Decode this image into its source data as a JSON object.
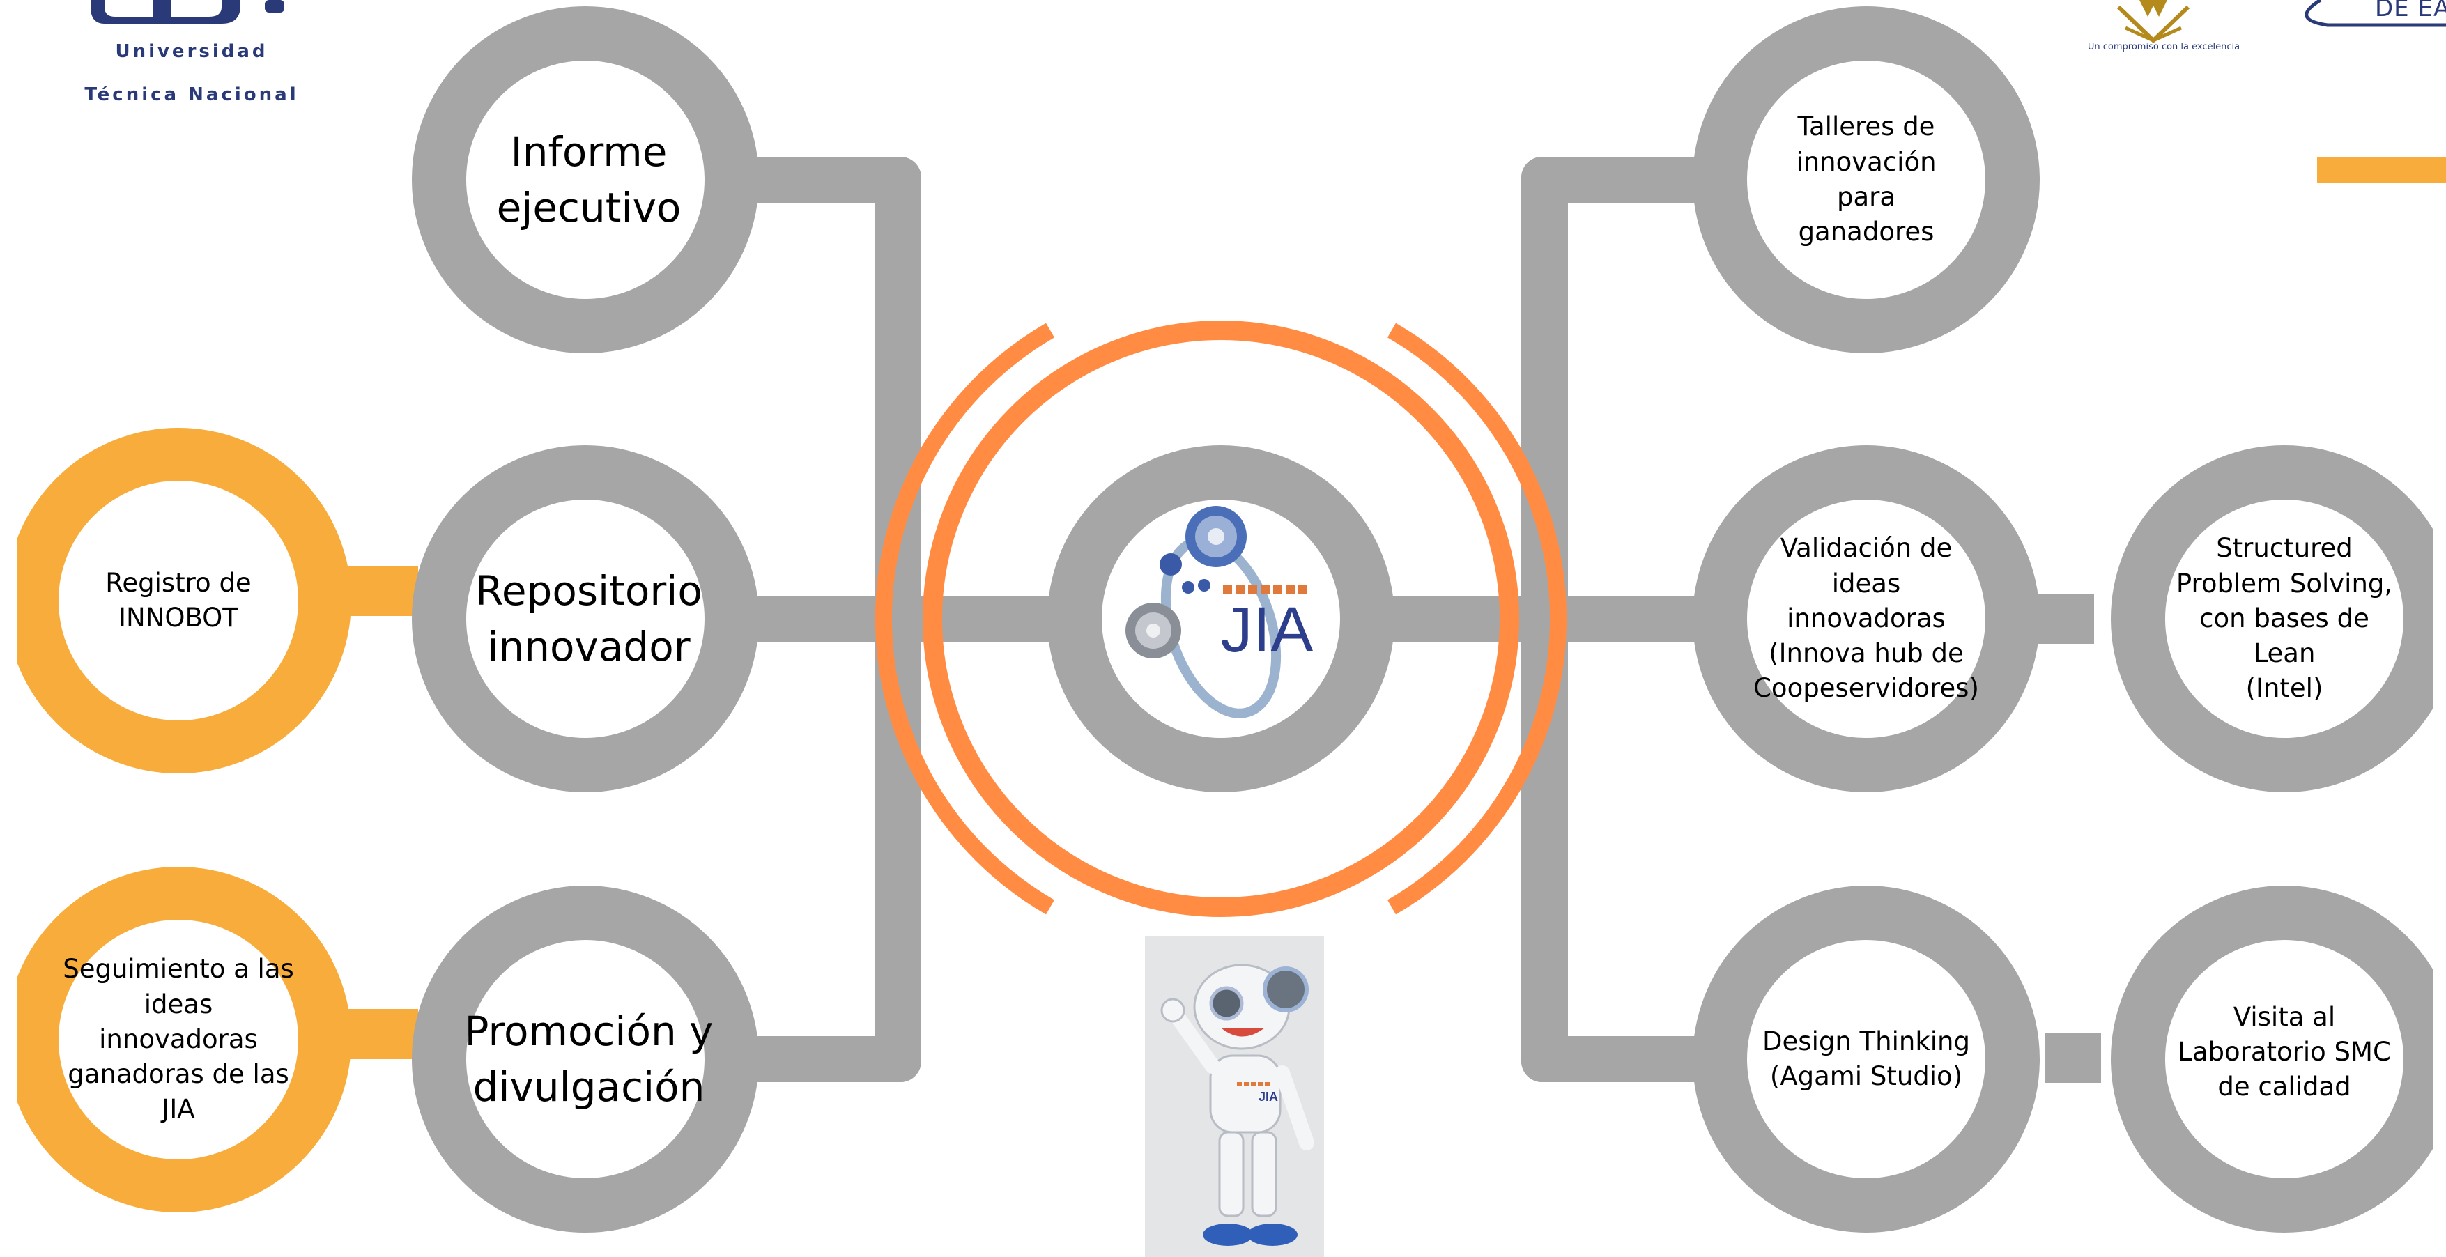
{
  "colors": {
    "gray": "#a6a6a6",
    "orange": "#f7ac3b",
    "ring_orange": "#ff8c42",
    "jia_blue": "#2c3e8c",
    "logo_navy": "#2a3a78",
    "logo_gold": "#b58a1c"
  },
  "logos": {
    "utn_line1": "Universidad",
    "utn_line2": "Técnica Nacional",
    "right_logo_caption": "Un compromiso con la excelencia",
    "far_right_fragment": "DE EA"
  },
  "center": {
    "logo_text": "JIA",
    "robot_badge": "JIA",
    "icon": "gears-icon"
  },
  "left": {
    "top": "Informe\nejecutivo",
    "middle": "Repositorio\ninnovador",
    "bottom": "Promoción y\ndivulgación",
    "side_middle": "Registro de\nINNOBOT",
    "side_bottom": "Seguimiento a las\nideas\ninnovadoras\nganadoras de las\nJIA"
  },
  "right": {
    "top": "Talleres de\ninnovación\npara\nganadores",
    "middle": "Validación de\nideas\ninnovadoras\n(Innova hub de\nCoopeservidores)",
    "bottom": "Design Thinking\n(Agami Studio)",
    "side_middle": "Structured\nProblem Solving,\ncon bases de\nLean\n(Intel)",
    "side_bottom": "Visita al\nLaboratorio SMC\nde calidad"
  }
}
